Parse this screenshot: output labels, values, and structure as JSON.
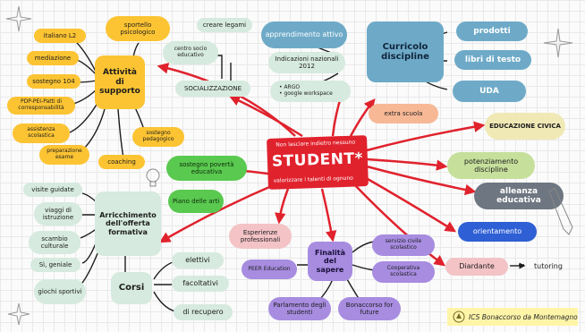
{
  "center": {
    "title": "STUDENT*",
    "tagline": "Non lasciare indietro nessuno",
    "subline": "valorizzare i talenti di ognuno"
  },
  "nodes": {
    "italiano": "italiano L2",
    "mediazione": "mediazione",
    "sostegno104": "sostegno 104",
    "pdp": "PDP-PEI-Patti di corresponsabilità",
    "assistenza": "assistenza scolastica",
    "preparazione": "preparazione esame",
    "coaching": "coaching",
    "sostegno_ped": "sostegno pedagogico",
    "sportello": "sportello psicologico",
    "attivita": "Attività di supporto",
    "centro_socio": "centro socio educativo",
    "creare_legami": "creare legami",
    "socializzazione": "SOCIALIZZAZIONE",
    "apprendimento": "apprendimento attivo",
    "indicazioni": "Indicazioni nazionali 2012",
    "argo": "• ARGO\n• google workspace",
    "curricolo": "Curricolo discipline",
    "prodotti": "prodotti",
    "libri": "libri di testo",
    "uda": "UDA",
    "extra": "extra scuola",
    "ed_civica": "EDUCAZIONE CIVICA",
    "potenziamento": "potenziamento discipline",
    "alleanza": "alleanza educativa",
    "orientamento": "orientamento",
    "diardante": "Diardante",
    "tutoring": "tutoring",
    "sostegno_poverta": "sostegno povertà educativa",
    "piano_arti": "Piano delle arti",
    "visite": "visite guidate",
    "viaggi": "viaggi di istruzione",
    "scambio": "scambio culturale",
    "si_geniale": "Sì, geniale",
    "giochi": "giochi sportivi",
    "arricchimento": "Arricchimento dell'offerta formativa",
    "corsi": "Corsi",
    "elettivi": "elettivi",
    "facoltativi": "facoltativi",
    "recupero": "di recupero",
    "esperienze": "Esperienze professionali",
    "finalita": "Finalità del sapere",
    "peer": "PEER Education",
    "parlamento": "Parlamento degli studenti",
    "bonaccorso_future": "Bonaccorso for future",
    "servizio_civile": "servizio civile scolastico",
    "cooperativa": "Cooperativa scolastica"
  },
  "footer": {
    "label": "ICS Bonaccorso da Montemagno"
  },
  "colors": {
    "red": "#e0222d",
    "yellow": "#fcc433",
    "sage": "#d6eadf",
    "blue": "#6eaac8",
    "green": "#59c94f",
    "lavender": "#a78ce0",
    "gray": "#6e7681",
    "royal": "#2e5fd4",
    "pink": "#f3c3c6"
  }
}
